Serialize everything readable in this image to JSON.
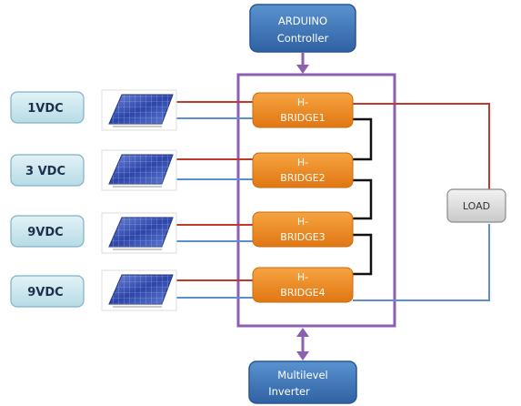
{
  "controller": {
    "line1": "ARDUINO",
    "line2": "Controller"
  },
  "inverter": {
    "line1": "Multilevel",
    "line2": "Inverter"
  },
  "load": {
    "label": "LOAD"
  },
  "sources": [
    {
      "voltage": "1VDC"
    },
    {
      "voltage": "3 VDC"
    },
    {
      "voltage": "9VDC"
    },
    {
      "voltage": "9VDC"
    }
  ],
  "bridges": [
    {
      "line1": "H-",
      "line2": "BRIDGE1"
    },
    {
      "line1": "H-",
      "line2": "BRIDGE2"
    },
    {
      "line1": "H-",
      "line2": "BRIDGE3"
    },
    {
      "line1": "H-",
      "line2": "BRIDGE4"
    }
  ],
  "colors": {
    "blue_box": "#3f78b8",
    "orange_box": "#f08a24",
    "purple": "#8d5fb0",
    "red_wire": "#c0392b",
    "blue_wire": "#5b8fd0",
    "vdc_fill": "#cbe6ee",
    "load_fill": "#dcdcdc"
  }
}
